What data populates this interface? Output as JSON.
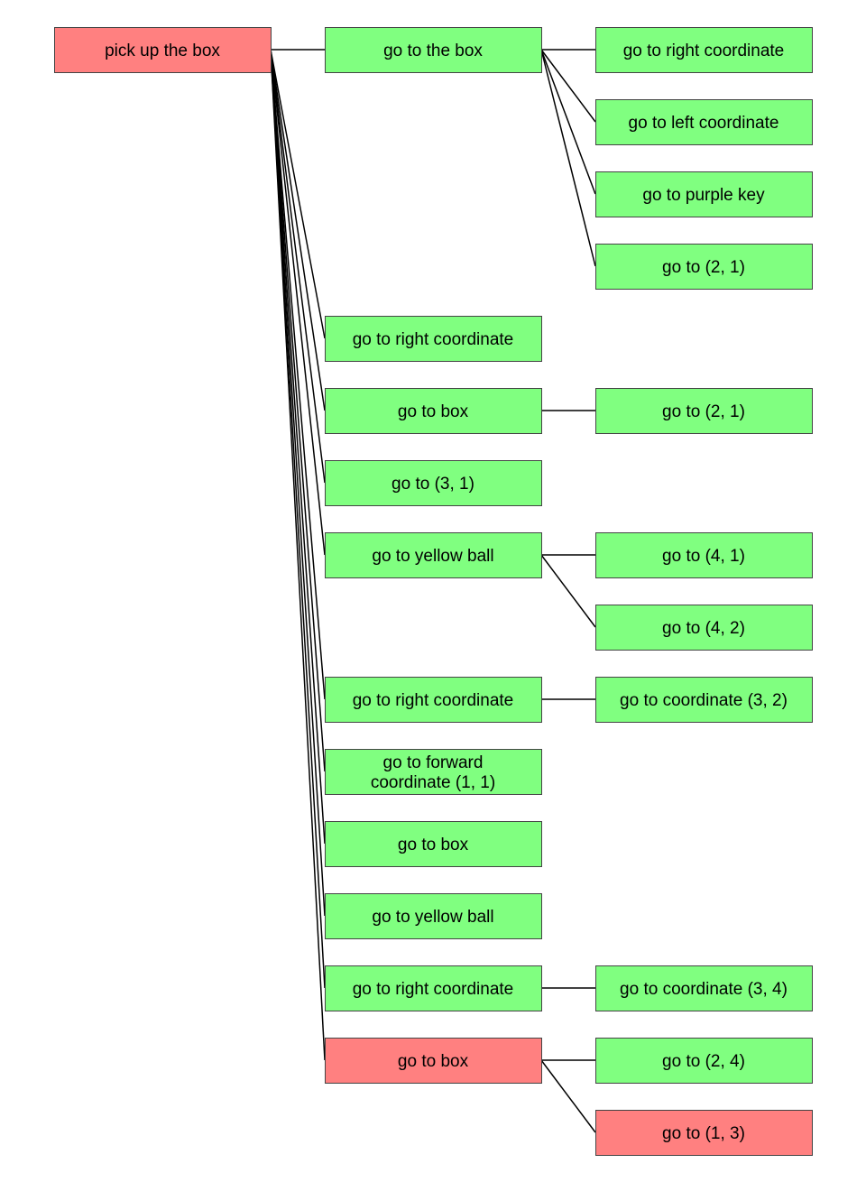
{
  "colors": {
    "normal": "#80ff80",
    "highlight": "#ff8080",
    "edge": "#000000",
    "border": "#444444"
  },
  "root": {
    "label": "pick up the box",
    "status": "highlight"
  },
  "children": [
    {
      "label": "go to the box",
      "status": "normal",
      "children": [
        {
          "label": "go to right coordinate",
          "status": "normal"
        },
        {
          "label": "go to left coordinate",
          "status": "normal"
        },
        {
          "label": "go to purple key",
          "status": "normal"
        },
        {
          "label": "go to (2, 1)",
          "status": "normal"
        }
      ]
    },
    {
      "label": "go to right coordinate",
      "status": "normal",
      "children": []
    },
    {
      "label": "go to box",
      "status": "normal",
      "children": [
        {
          "label": "go to (2, 1)",
          "status": "normal"
        }
      ]
    },
    {
      "label": "go to (3, 1)",
      "status": "normal",
      "children": []
    },
    {
      "label": "go to yellow ball",
      "status": "normal",
      "children": [
        {
          "label": "go to (4, 1)",
          "status": "normal"
        },
        {
          "label": "go to (4, 2)",
          "status": "normal"
        }
      ]
    },
    {
      "label": "go to right coordinate",
      "status": "normal",
      "children": [
        {
          "label": "go to coordinate (3, 2)",
          "status": "normal"
        }
      ]
    },
    {
      "label": "go to forward coordinate (1, 1)",
      "lines": [
        "go to forward",
        "coordinate (1, 1)"
      ],
      "status": "normal",
      "children": []
    },
    {
      "label": "go to box",
      "status": "normal",
      "children": []
    },
    {
      "label": "go to yellow ball",
      "status": "normal",
      "children": []
    },
    {
      "label": "go to right coordinate",
      "status": "normal",
      "children": [
        {
          "label": "go to coordinate (3, 4)",
          "status": "normal"
        }
      ]
    },
    {
      "label": "go to box",
      "status": "highlight",
      "children": [
        {
          "label": "go to (2, 4)",
          "status": "normal"
        },
        {
          "label": "go to (1, 3)",
          "status": "highlight"
        }
      ]
    }
  ]
}
